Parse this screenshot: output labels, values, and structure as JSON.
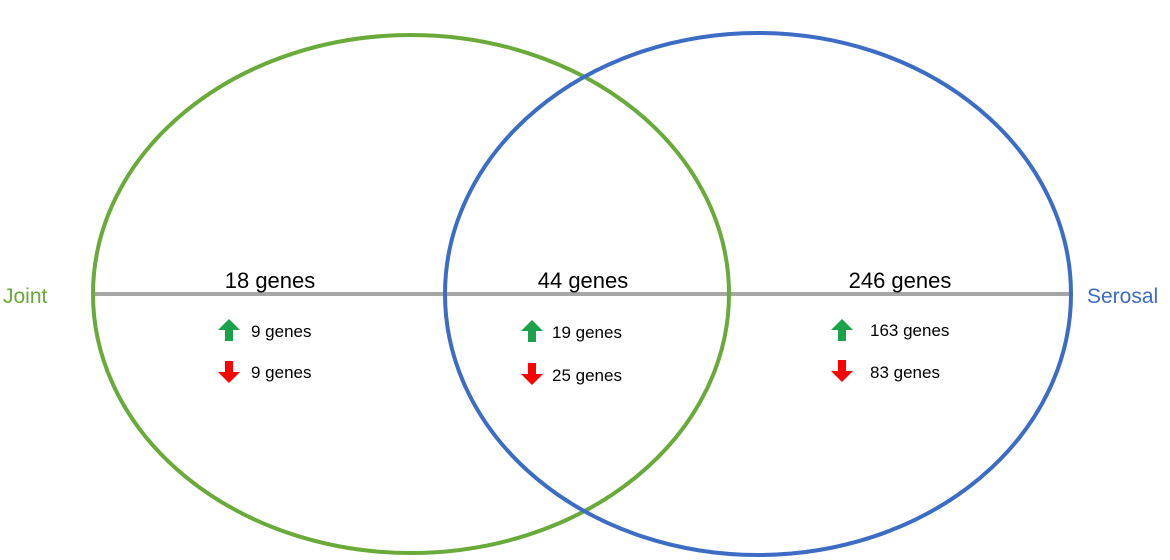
{
  "sets": {
    "left": {
      "label": "Joint",
      "color": "#6aaa3a"
    },
    "right": {
      "label": "Serosal",
      "color": "#3c6cc4"
    }
  },
  "divider_color": "#a6a6a6",
  "arrow_colors": {
    "up": "#1aa34a",
    "down": "#ff0000"
  },
  "regions": {
    "joint_only": {
      "total": "18 genes",
      "up": "9 genes",
      "down": "9 genes"
    },
    "shared": {
      "total": "44 genes",
      "up": "19 genes",
      "down": "25 genes"
    },
    "serosal_only": {
      "total": "246 genes",
      "up": "163 genes",
      "down": "83 genes"
    }
  }
}
